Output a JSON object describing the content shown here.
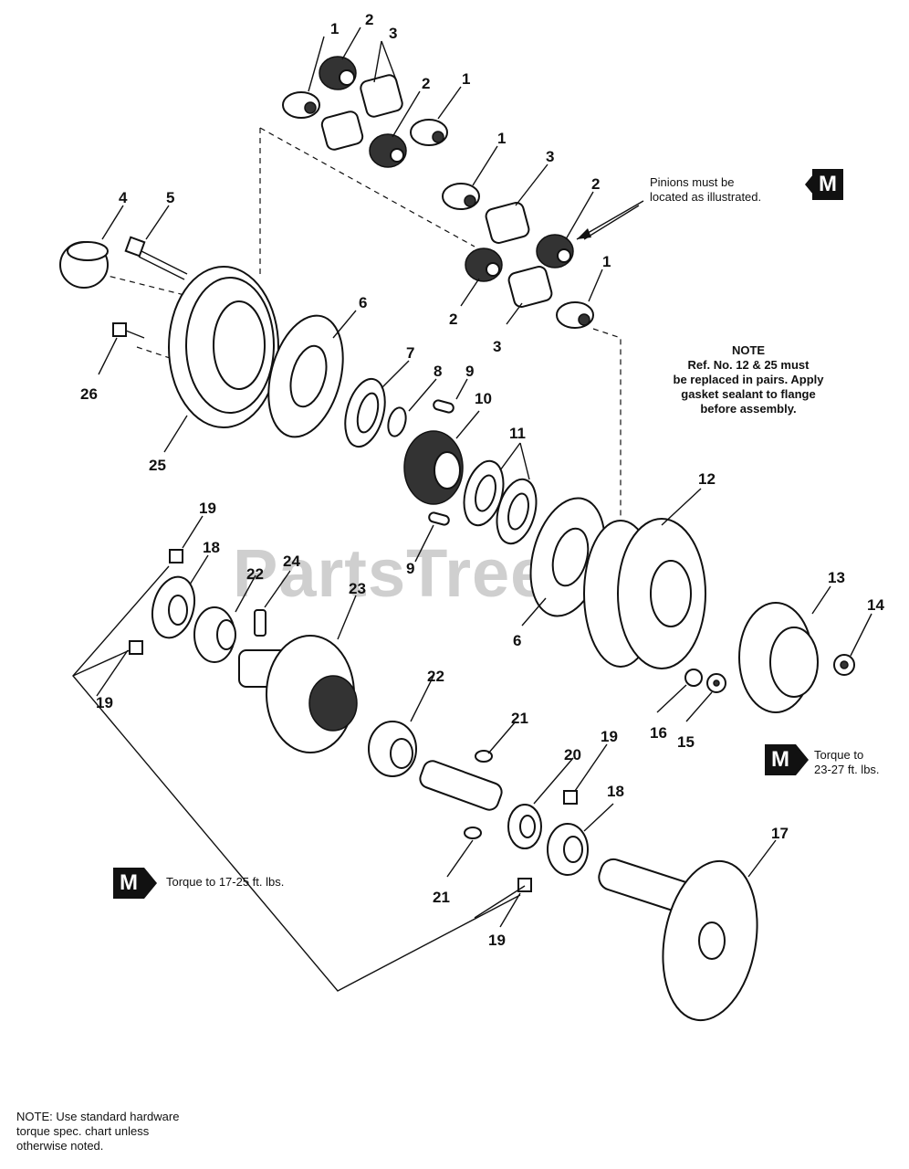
{
  "watermark": "PartsTree",
  "notes": {
    "pinions": [
      "Pinions must be",
      "located as illustrated."
    ],
    "note_title": "NOTE",
    "note_body": [
      "Ref. No. 12 & 25 must",
      "be replaced in pairs. Apply",
      "gasket sealant to flange",
      "before assembly."
    ],
    "torque_right": [
      "Torque to",
      "23-27 ft. lbs."
    ],
    "torque_left": "Torque to 17-25 ft. lbs.",
    "footer": [
      "NOTE: Use standard hardware",
      "torque spec. chart unless",
      "otherwise noted."
    ]
  },
  "badge_label": "M",
  "callouts": [
    "1",
    "2",
    "3",
    "2",
    "1",
    "1",
    "3",
    "2",
    "4",
    "5",
    "2",
    "3",
    "1",
    "6",
    "7",
    "8",
    "9",
    "10",
    "26",
    "25",
    "11",
    "12",
    "19",
    "18",
    "24",
    "22",
    "9",
    "6",
    "13",
    "14",
    "23",
    "19",
    "22",
    "16",
    "15",
    "21",
    "20",
    "19",
    "18",
    "17",
    "21",
    "19"
  ]
}
